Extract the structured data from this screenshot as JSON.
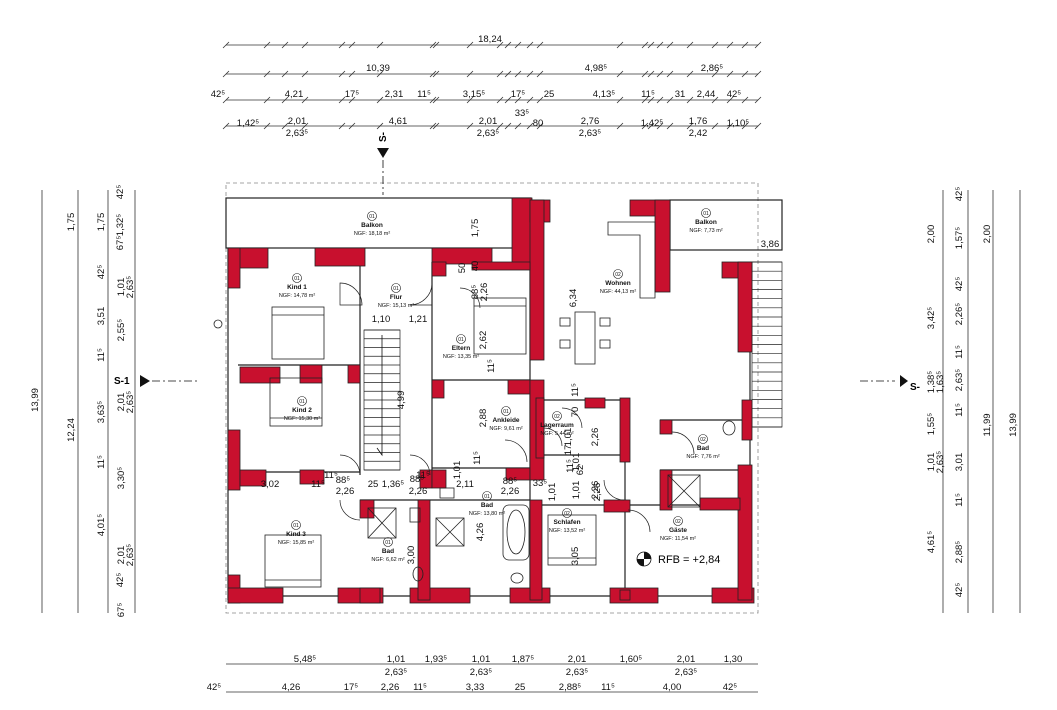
{
  "colors": {
    "wall": "#c8102e",
    "line": "#1a1a1a",
    "dim": "#333333",
    "bg": "#ffffff"
  },
  "dimensions": {
    "top": [
      [
        "18,24"
      ],
      [
        "10,39",
        "4,98⁵",
        "2,86⁵"
      ],
      [
        "42⁵",
        "4,21",
        "17⁵",
        "2,31",
        "11⁵",
        "3,15⁵",
        "17⁵",
        "25",
        "4,13⁵",
        "11⁵",
        "31",
        "2,44",
        "42⁵"
      ],
      [
        "1,42⁵",
        "2,01",
        "2,63⁵",
        "4,61",
        "33⁵",
        "2,01",
        "2,63⁵",
        "80",
        "2,76",
        "2,63⁵",
        "1,42⁵",
        "1,76",
        "2,42",
        "1,10⁵"
      ]
    ],
    "bottom": [
      [
        "5,48⁵",
        "1,01",
        "2,63⁵",
        "1,93⁵",
        "1,01",
        "2,63⁵",
        "1,87⁵",
        "2,01",
        "2,63⁵",
        "1,60⁵",
        "2,01",
        "2,63⁵",
        "1,30"
      ],
      [
        "42⁵",
        "4,26",
        "17⁵",
        "2,26",
        "11⁵",
        "3,33",
        "25",
        "2,88⁵",
        "11⁵",
        "4,00",
        "42⁵"
      ]
    ],
    "left": [
      [
        "42⁵",
        "1,75",
        "1,32⁵",
        "1,75",
        "67⁵",
        "2,63⁵",
        "1,01",
        "42⁵",
        "3,51",
        "2,55⁵",
        "11⁵",
        "2,63⁵",
        "2,01",
        "3,63⁵",
        "11⁵",
        "3,30⁵",
        "4,01⁵",
        "2,63⁵",
        "2,01",
        "42⁵",
        "67⁵"
      ],
      [
        "13,99",
        "12,24"
      ]
    ],
    "right": [
      [
        "42⁵",
        "2,00",
        "1,57⁵",
        "2,00",
        "42⁵",
        "2,26⁵",
        "3,42⁵",
        "11⁵",
        "2,63⁵",
        "1,38⁵",
        "1,63⁵",
        "11⁵",
        "1,55⁵",
        "2,63⁵",
        "1,01",
        "3,01",
        "11⁵",
        "4,61⁵",
        "2,88⁵",
        "42⁵"
      ],
      [
        "11,99",
        "13,99"
      ]
    ]
  },
  "sections": {
    "top": "S-",
    "left": "S-1",
    "right": "S-"
  },
  "rooms": [
    {
      "key": "balkon1",
      "num": "01",
      "name": "Balkon",
      "area": "NGF: 18,18 m²"
    },
    {
      "key": "kind1",
      "num": "01",
      "name": "Kind 1",
      "area": "NGF: 14,78 m²"
    },
    {
      "key": "flur",
      "num": "01",
      "name": "Flur",
      "area": "NGF: 15,13 m²"
    },
    {
      "key": "eltern",
      "num": "01",
      "name": "Eltern",
      "area": "NGF: 13,35 m²"
    },
    {
      "key": "kind2",
      "num": "01",
      "name": "Kind 2",
      "area": "NGF: 15,30 m²"
    },
    {
      "key": "ankleide",
      "num": "01",
      "name": "Ankleide",
      "area": "NGF: 9,61 m²"
    },
    {
      "key": "kind3",
      "num": "01",
      "name": "Kind 3",
      "area": "NGF: 15,85 m²"
    },
    {
      "key": "bad1",
      "num": "01",
      "name": "Bad",
      "area": "NGF: 6,62 m²"
    },
    {
      "key": "bad2",
      "num": "01",
      "name": "Bad",
      "area": "NGF: 13,80 m²"
    },
    {
      "key": "wohnen",
      "num": "02",
      "name": "Wohnen",
      "area": "NGF: 44,13 m²"
    },
    {
      "key": "balkon2",
      "num": "01",
      "name": "Balkon",
      "area": "NGF: 7,73 m²"
    },
    {
      "key": "lager",
      "num": "02",
      "name": "Lagerraum",
      "area": "NGF: 5,44 m²"
    },
    {
      "key": "bad3",
      "num": "02",
      "name": "Bad",
      "area": "NGF: 7,76 m²"
    },
    {
      "key": "schlafen",
      "num": "02",
      "name": "Schlafen",
      "area": "NGF: 13,52 m²"
    },
    {
      "key": "gaeste",
      "num": "02",
      "name": "Gäste",
      "area": "NGF: 11,54 m²"
    }
  ],
  "inner_dims": [
    "1,75",
    "6,34",
    "50",
    "40",
    "88⁵",
    "2,26",
    "1,10",
    "1,21",
    "4,99",
    "2,62",
    "11⁵",
    "2,88",
    "1,01",
    "3,86",
    "11⁵",
    "70",
    "1,01",
    "2,26",
    "17",
    "1,01",
    "62",
    "11⁵",
    "2,26",
    "1,01",
    "3,05",
    "3,00",
    "4,26",
    "3,02",
    "11⁵",
    "88⁵",
    "2,26",
    "25",
    "1,36⁵",
    "88⁵",
    "2,26",
    "11⁵",
    "2,11",
    "88⁵",
    "2,26",
    "33⁵",
    "11⁵",
    "11⁵",
    "1,01",
    "2,26"
  ],
  "level": "RFB = +2,84"
}
